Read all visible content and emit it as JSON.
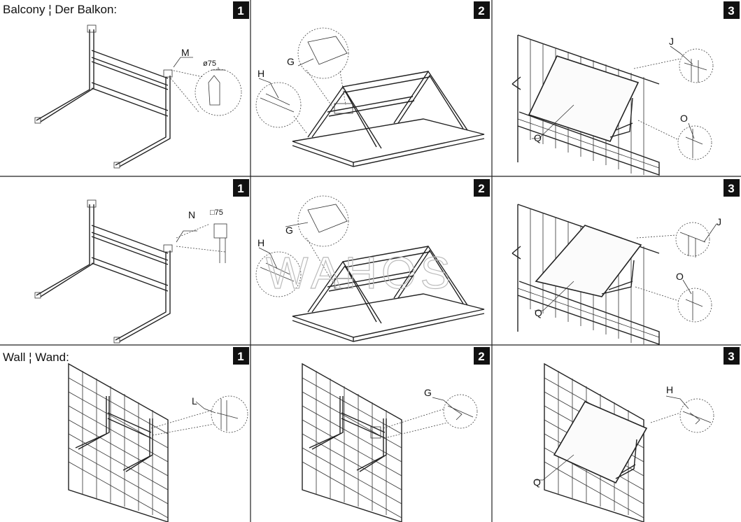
{
  "sections": {
    "balcony_title": "Balcony ¦ Der Balkon:",
    "wall_title": "Wall ¦ Wand:"
  },
  "step_numbers": {
    "r1c1": "1",
    "r1c2": "2",
    "r1c3": "3",
    "r2c1": "1",
    "r2c2": "2",
    "r2c3": "3",
    "r3c1": "1",
    "r3c2": "2",
    "r3c3": "3"
  },
  "callouts": {
    "r1c1_m": "M",
    "r1c1_dim": "ø75",
    "r1c2_h": "H",
    "r1c2_g": "G",
    "r1c3_j": "J",
    "r1c3_o": "O",
    "r1c3_q": "Q",
    "r2c1_n": "N",
    "r2c1_dim": "□75",
    "r2c2_g": "G",
    "r2c2_h": "H",
    "r2c3_j": "J",
    "r2c3_o": "O",
    "r2c3_q": "Q",
    "r3c1_l": "L",
    "r3c2_g": "G",
    "r3c3_h": "H",
    "r3c3_q": "Q"
  },
  "watermark": "WAHOS"
}
